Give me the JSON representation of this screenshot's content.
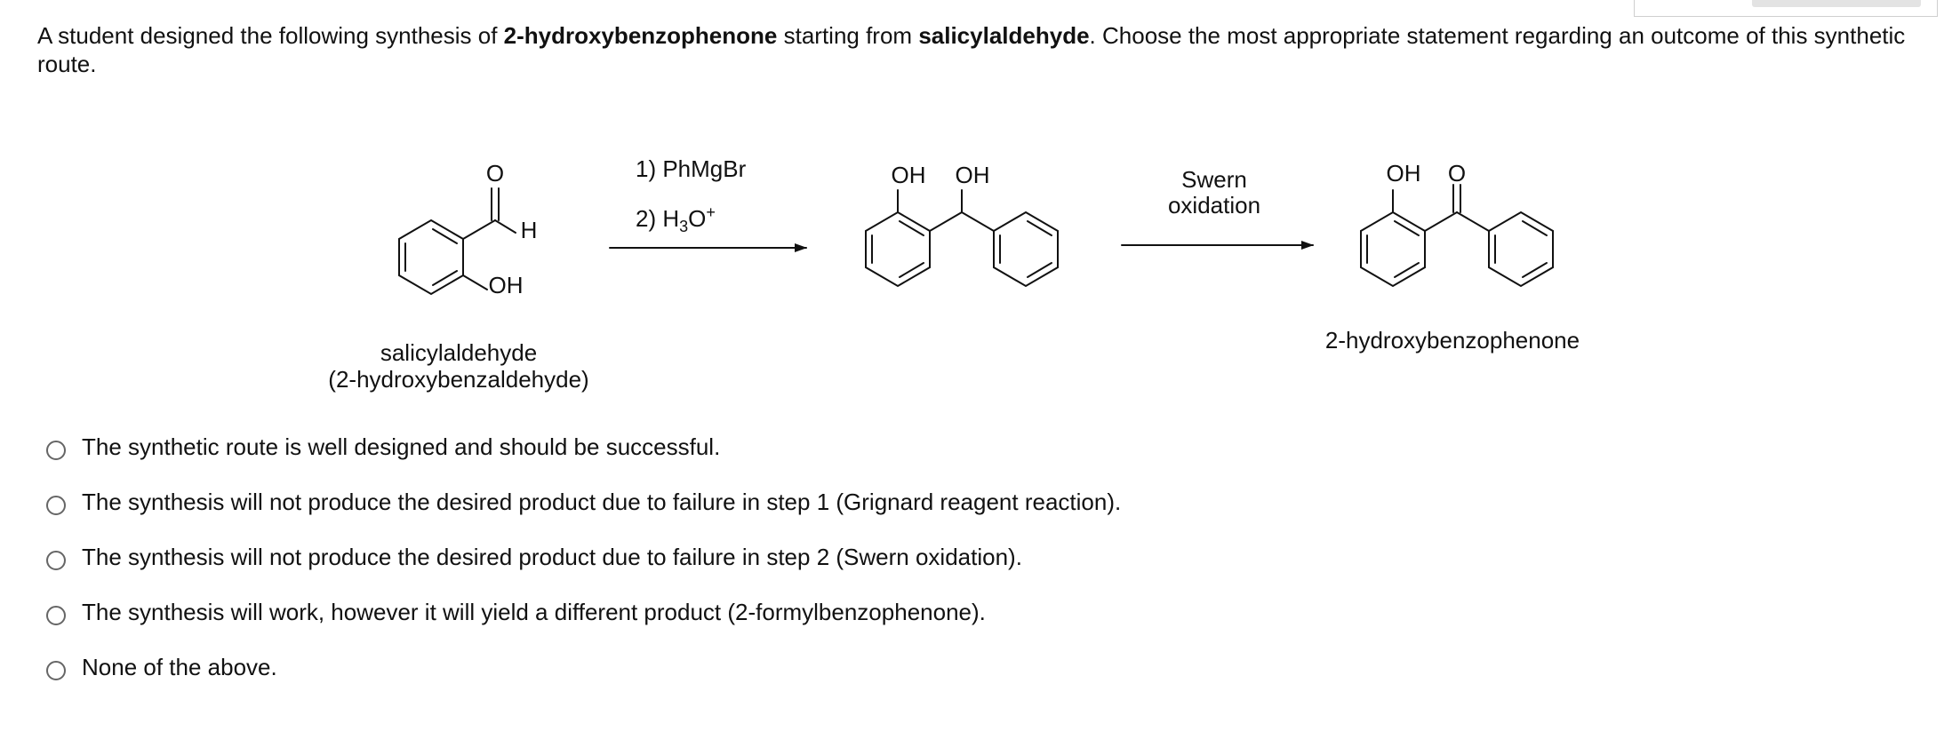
{
  "question": {
    "part1": "A student designed the following synthesis of ",
    "target_name": "2-hydroxybenzophenone",
    "part2": " starting from ",
    "start_name": "salicylaldehyde",
    "part3": ". Choose the most appropriate statement regarding an outcome of this synthetic route."
  },
  "scheme": {
    "start_atoms": {
      "o": "O",
      "h": "H",
      "oh": "OH"
    },
    "start_name_line1": "salicylaldehyde",
    "start_name_line2": "(2-hydroxybenzaldehyde)",
    "step1_line1": "1) PhMgBr",
    "step1_line2_prefix": "2) H",
    "step1_line2_sub": "3",
    "step1_line2_o": "O",
    "step1_line2_sup": "+",
    "intermediate_atoms": {
      "oh1": "OH",
      "oh2": "OH"
    },
    "step2_line1": "Swern",
    "step2_line2": "oxidation",
    "product_atoms": {
      "oh": "OH",
      "o": "O"
    },
    "product_name": "2-hydroxybenzophenone"
  },
  "options": [
    {
      "label": "The synthetic route is well designed and should be successful.",
      "selected": false
    },
    {
      "label": "The synthesis will not produce the desired product due to failure in step 1 (Grignard reagent reaction).",
      "selected": false
    },
    {
      "label": "The synthesis will not produce the desired product due to failure in step 2 (Swern oxidation).",
      "selected": false
    },
    {
      "label": "The synthesis will work, however it will yield a different product (2-formylbenzophenone).",
      "selected": false
    },
    {
      "label": "None of the above.",
      "selected": false
    }
  ]
}
